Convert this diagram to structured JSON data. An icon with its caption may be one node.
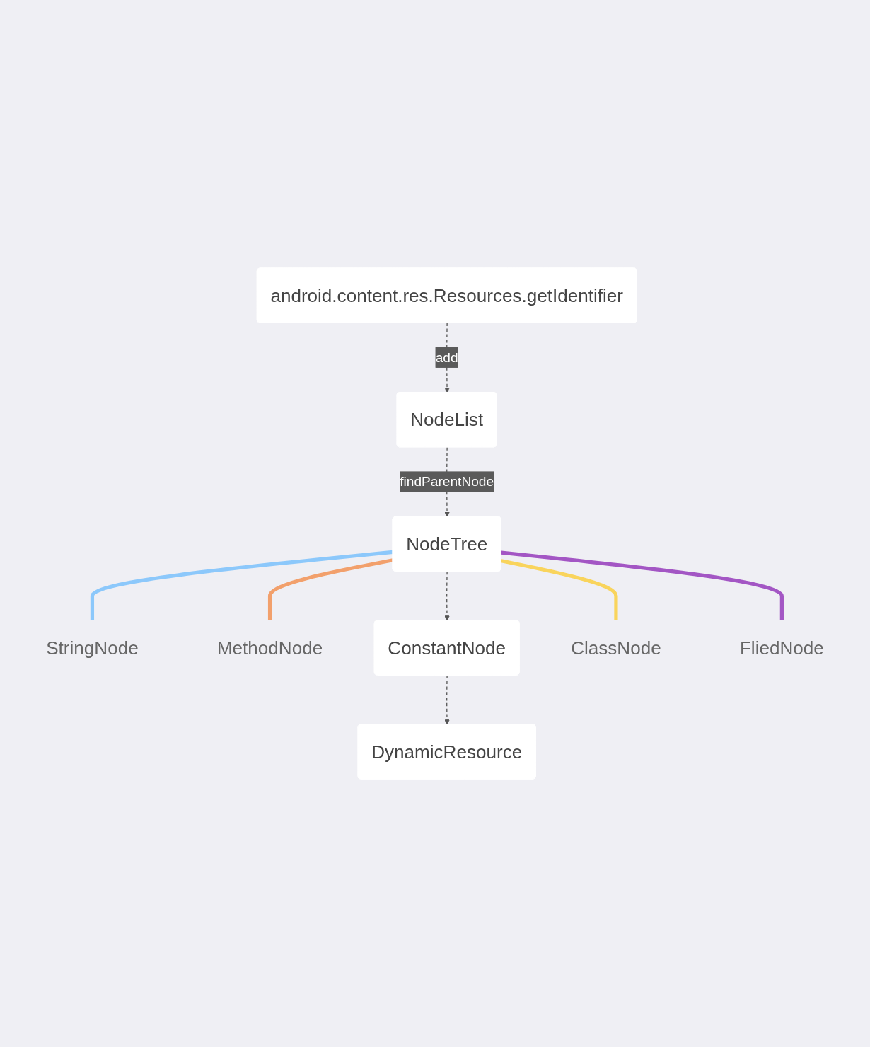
{
  "diagram": {
    "nodes": [
      {
        "text": [
          "android.content.res.Resources.getIdentifier"
        ]
      },
      {
        "text": [
          "NodeList"
        ]
      },
      {
        "text": [
          "StringNode"
        ]
      },
      {
        "text": [
          "NodeTree"
        ]
      },
      {
        "text": [
          "ClassNode"
        ]
      },
      {
        "text": [
          "MethodNode"
        ]
      },
      {
        "text": [
          "FliedNode"
        ]
      },
      {
        "text": [
          "ConstantNode"
        ]
      },
      {
        "text": [
          "DynamicResource"
        ]
      }
    ],
    "edges": [
      {
        "from": 0,
        "to": 1,
        "arrow": "to",
        "label": "add",
        "style": "dashed"
      },
      {
        "from": 1,
        "to": 3,
        "arrow": "to",
        "label": "findParentNode",
        "style": "dashed"
      },
      {
        "from": 3,
        "to": 2,
        "arrow": "none",
        "style": "thick",
        "color": "#8cc8fb"
      },
      {
        "from": 3,
        "to": 4,
        "arrow": "none",
        "style": "thick",
        "color": "#f9d45c"
      },
      {
        "from": 3,
        "to": 5,
        "arrow": "none",
        "style": "thick",
        "color": "#f2a06c"
      },
      {
        "from": 3,
        "to": 6,
        "arrow": "none",
        "style": "thick",
        "color": "#a356c4"
      },
      {
        "from": 3,
        "to": 7,
        "arrow": "to",
        "style": "dashed"
      },
      {
        "from": 7,
        "to": 8,
        "arrow": "to",
        "style": "dashed"
      }
    ]
  }
}
